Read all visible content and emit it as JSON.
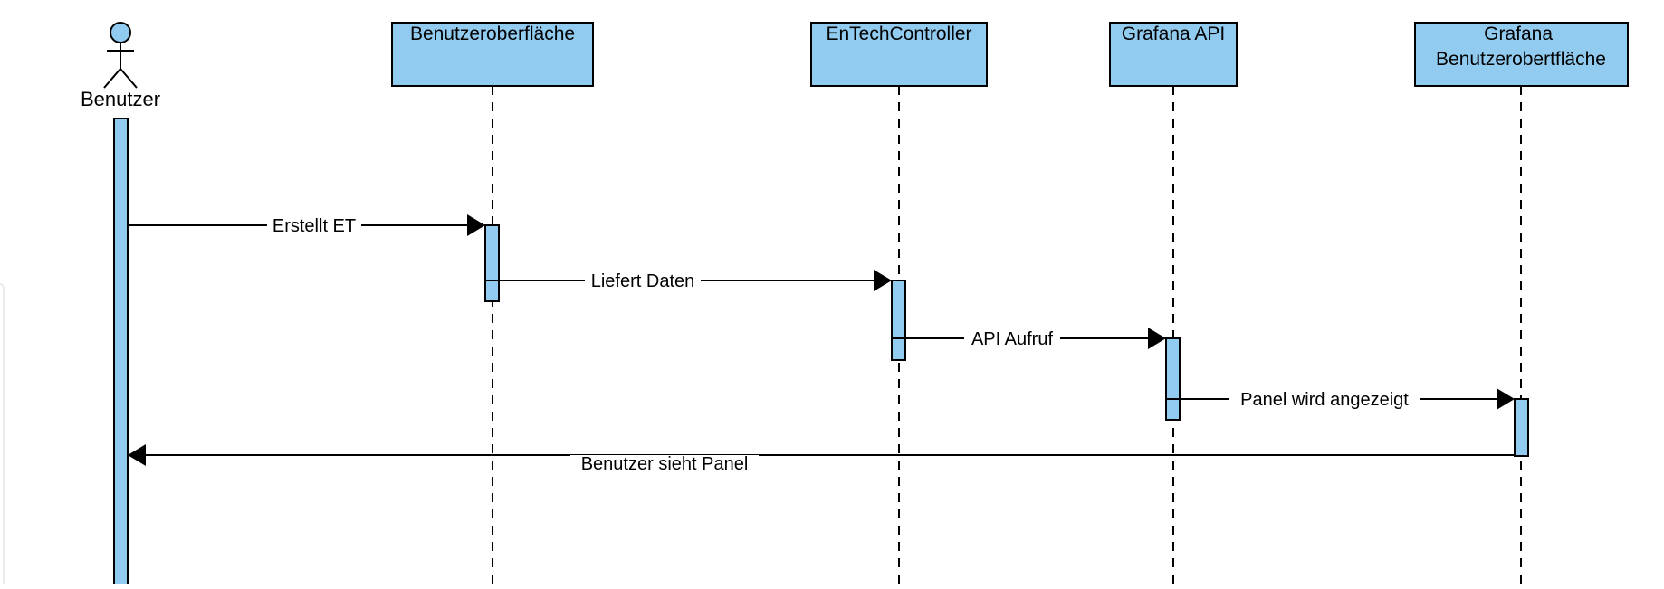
{
  "diagram": {
    "type": "sequence",
    "actor": {
      "label": "Benutzer"
    },
    "participants": [
      {
        "id": "ui",
        "label": "Benutzeroberfläche"
      },
      {
        "id": "ctrl",
        "label": "EnTechController"
      },
      {
        "id": "api",
        "label": "Grafana API"
      },
      {
        "id": "gui",
        "label": "Grafana Benutzerobertfläche"
      }
    ],
    "messages": [
      {
        "from": "actor",
        "to": "ui",
        "label": "Erstellt ET"
      },
      {
        "from": "ui",
        "to": "ctrl",
        "label": "Liefert Daten"
      },
      {
        "from": "ctrl",
        "to": "api",
        "label": "API Aufruf"
      },
      {
        "from": "api",
        "to": "gui",
        "label": "Panel wird angezeigt"
      },
      {
        "from": "gui",
        "to": "actor",
        "label": "Benutzer sieht Panel"
      }
    ],
    "colors": {
      "box_fill": "#92cbf0",
      "line": "#000000",
      "actor_head": "#92cbf0"
    }
  }
}
